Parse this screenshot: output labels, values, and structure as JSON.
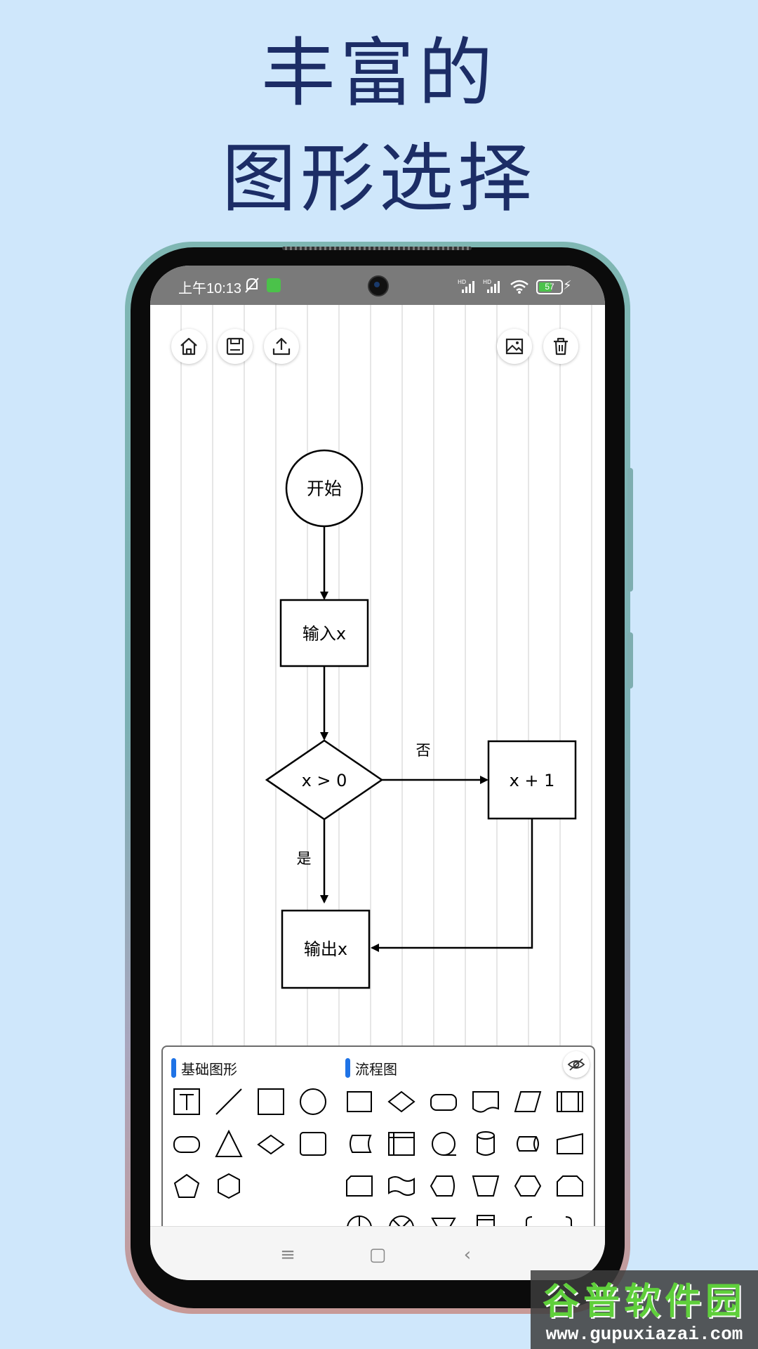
{
  "headline": {
    "line1": "丰富的",
    "line2": "图形选择"
  },
  "status_bar": {
    "time": "上午10:13",
    "battery": "57"
  },
  "toolbar": {
    "left": [
      {
        "name": "home"
      },
      {
        "name": "save"
      },
      {
        "name": "export"
      }
    ],
    "right": [
      {
        "name": "image"
      },
      {
        "name": "delete"
      }
    ]
  },
  "flowchart": {
    "start": "开始",
    "input": "输入x",
    "condition": "x > 0",
    "process": "x + 1",
    "output": "输出x",
    "label_no": "否",
    "label_yes": "是"
  },
  "shape_panel": {
    "basic_title": "基础图形",
    "flow_title": "流程图",
    "basic_shapes": [
      "text",
      "line",
      "rectangle",
      "circle",
      "rounded-rect",
      "triangle",
      "diamond",
      "round-square",
      "pentagon",
      "hexagon"
    ],
    "flow_shapes": [
      "process",
      "decision",
      "terminator",
      "document",
      "data",
      "predefined-process",
      "stored-data",
      "internal-storage",
      "sequential-data",
      "database",
      "direct-data",
      "manual-input",
      "card",
      "paper-tape",
      "display",
      "manual-operation",
      "preparation",
      "loop-limit",
      "summing-junction",
      "or",
      "merge",
      "collate",
      "left-brace",
      "right-brace"
    ]
  },
  "watermark": {
    "brand": "谷普软件园",
    "url": "www.gupuxiazai.com"
  },
  "colors": {
    "background": "#cfe7fb",
    "headline": "#1c2d66",
    "accent": "#1f73e6"
  }
}
